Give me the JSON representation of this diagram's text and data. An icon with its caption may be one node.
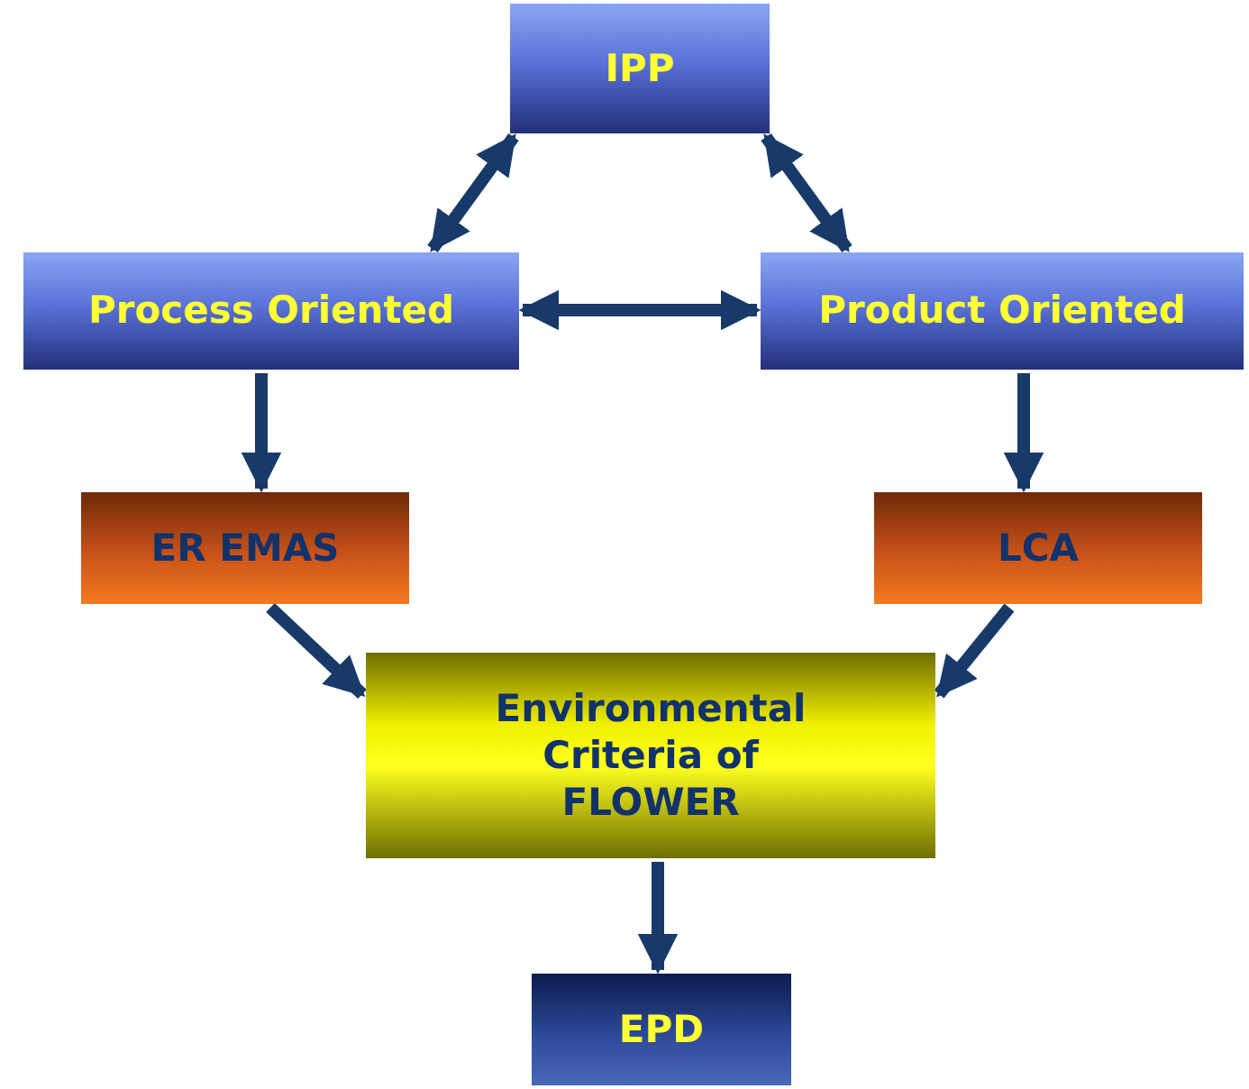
{
  "diagram": {
    "nodes": [
      {
        "text": [
          "IPP"
        ]
      },
      {
        "text": [
          "Process Oriented"
        ]
      },
      {
        "text": [
          "Product Oriented"
        ]
      },
      {
        "text": [
          "ER EMAS"
        ]
      },
      {
        "text": [
          "LCA"
        ]
      },
      {
        "text": [
          "Environmental Criteria of FLOWER"
        ]
      },
      {
        "text": [
          "EPD"
        ]
      }
    ],
    "edges": [
      {
        "from": 0,
        "to": 1,
        "arrow": "both"
      },
      {
        "from": 0,
        "to": 2,
        "arrow": "both"
      },
      {
        "from": 1,
        "to": 2,
        "arrow": "both"
      },
      {
        "from": 1,
        "to": 3,
        "arrow": "to"
      },
      {
        "from": 2,
        "to": 4,
        "arrow": "to"
      },
      {
        "from": 3,
        "to": 5,
        "arrow": "to"
      },
      {
        "from": 4,
        "to": 5,
        "arrow": "to"
      },
      {
        "from": 5,
        "to": 6,
        "arrow": "to"
      }
    ]
  }
}
